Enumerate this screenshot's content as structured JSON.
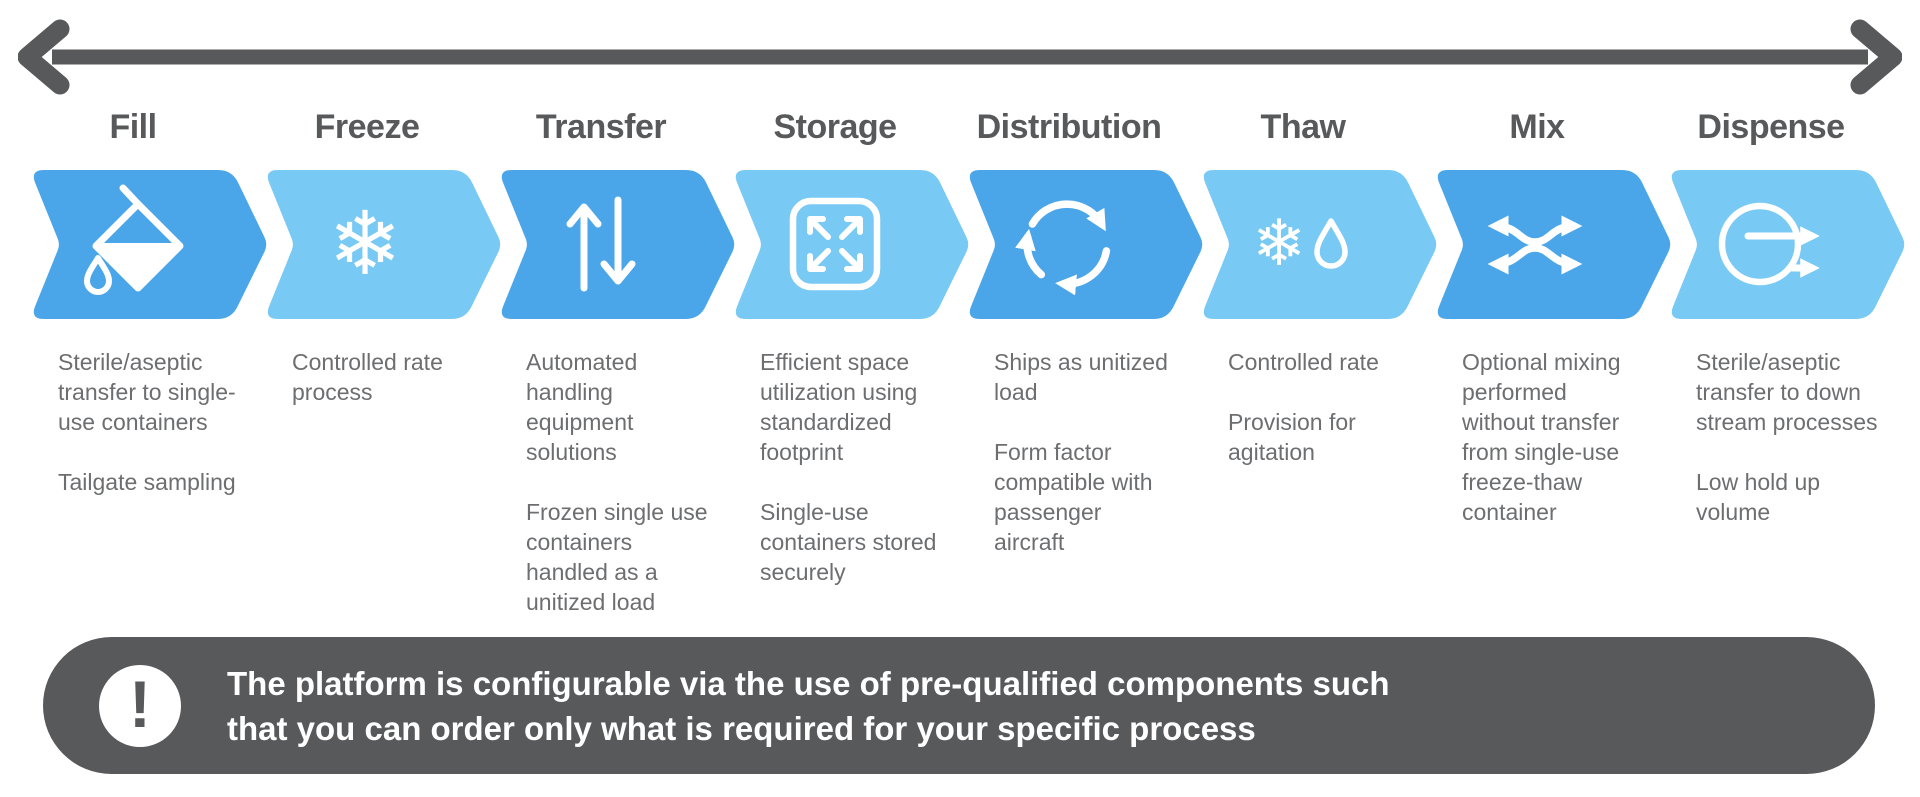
{
  "colors": {
    "chevron_medium": "#4aa6e8",
    "chevron_light": "#79c9f5",
    "heading_gray": "#58595b",
    "body_text_gray": "#6d6e70",
    "banner_background": "#58595b",
    "icon_white": "#ffffff"
  },
  "stages": [
    {
      "title": "Fill",
      "icon": "pour-container-icon",
      "color": "medium",
      "bullets": [
        "Sterile/aseptic transfer to single-use containers",
        "Tailgate sampling"
      ]
    },
    {
      "title": "Freeze",
      "icon": "snowflake-icon",
      "color": "light",
      "bullets": [
        "Controlled rate process"
      ]
    },
    {
      "title": "Transfer",
      "icon": "up-down-arrows-icon",
      "color": "medium",
      "bullets": [
        "Automated handling equipment solutions",
        "Frozen single use containers handled as a unitized load"
      ]
    },
    {
      "title": "Storage",
      "icon": "expand-arrows-icon",
      "color": "light",
      "bullets": [
        "Efficient space utilization using standardized footprint",
        "Single-use containers stored securely"
      ]
    },
    {
      "title": "Distribution",
      "icon": "circular-arrows-icon",
      "color": "medium",
      "bullets": [
        "Ships as unitized load",
        "Form factor compatible with passenger aircraft"
      ]
    },
    {
      "title": "Thaw",
      "icon": "snowflake-droplet-icon",
      "color": "light",
      "bullets": [
        "Controlled rate",
        "Provision for agitation"
      ]
    },
    {
      "title": "Mix",
      "icon": "shuffle-arrows-icon",
      "color": "medium",
      "bullets": [
        "Optional mixing performed without transfer from single-use freeze-thaw container"
      ]
    },
    {
      "title": "Dispense",
      "icon": "outflow-icon",
      "color": "light",
      "bullets": [
        "Sterile/aseptic transfer to down stream processes",
        "Low hold up volume"
      ]
    }
  ],
  "snowflake_glyph": "❄",
  "banner": {
    "icon": "exclamation-icon",
    "exclamation": "!",
    "line1": "The platform is configurable via the use of pre-qualified components such",
    "line2": "that you can order only what is required for your specific process"
  }
}
